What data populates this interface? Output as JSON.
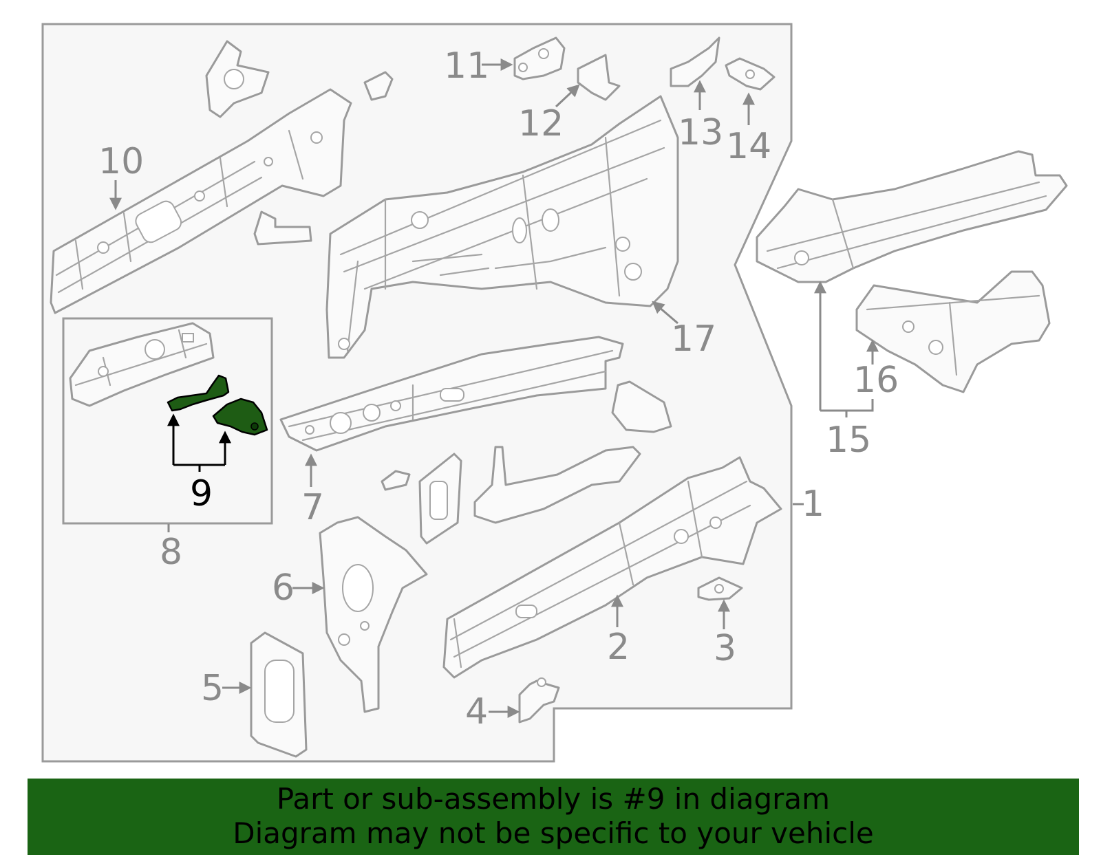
{
  "diagram": {
    "highlight_color": "#1e5c14",
    "callouts": [
      "1",
      "2",
      "3",
      "4",
      "5",
      "6",
      "7",
      "8",
      "9",
      "10",
      "11",
      "12",
      "13",
      "14",
      "15",
      "16",
      "17"
    ],
    "highlighted_callout": "9"
  },
  "banner": {
    "line1": "Part or sub-assembly is #9 in diagram",
    "line2": "Diagram may not be specific to your vehicle",
    "background_color": "#1a6414"
  }
}
